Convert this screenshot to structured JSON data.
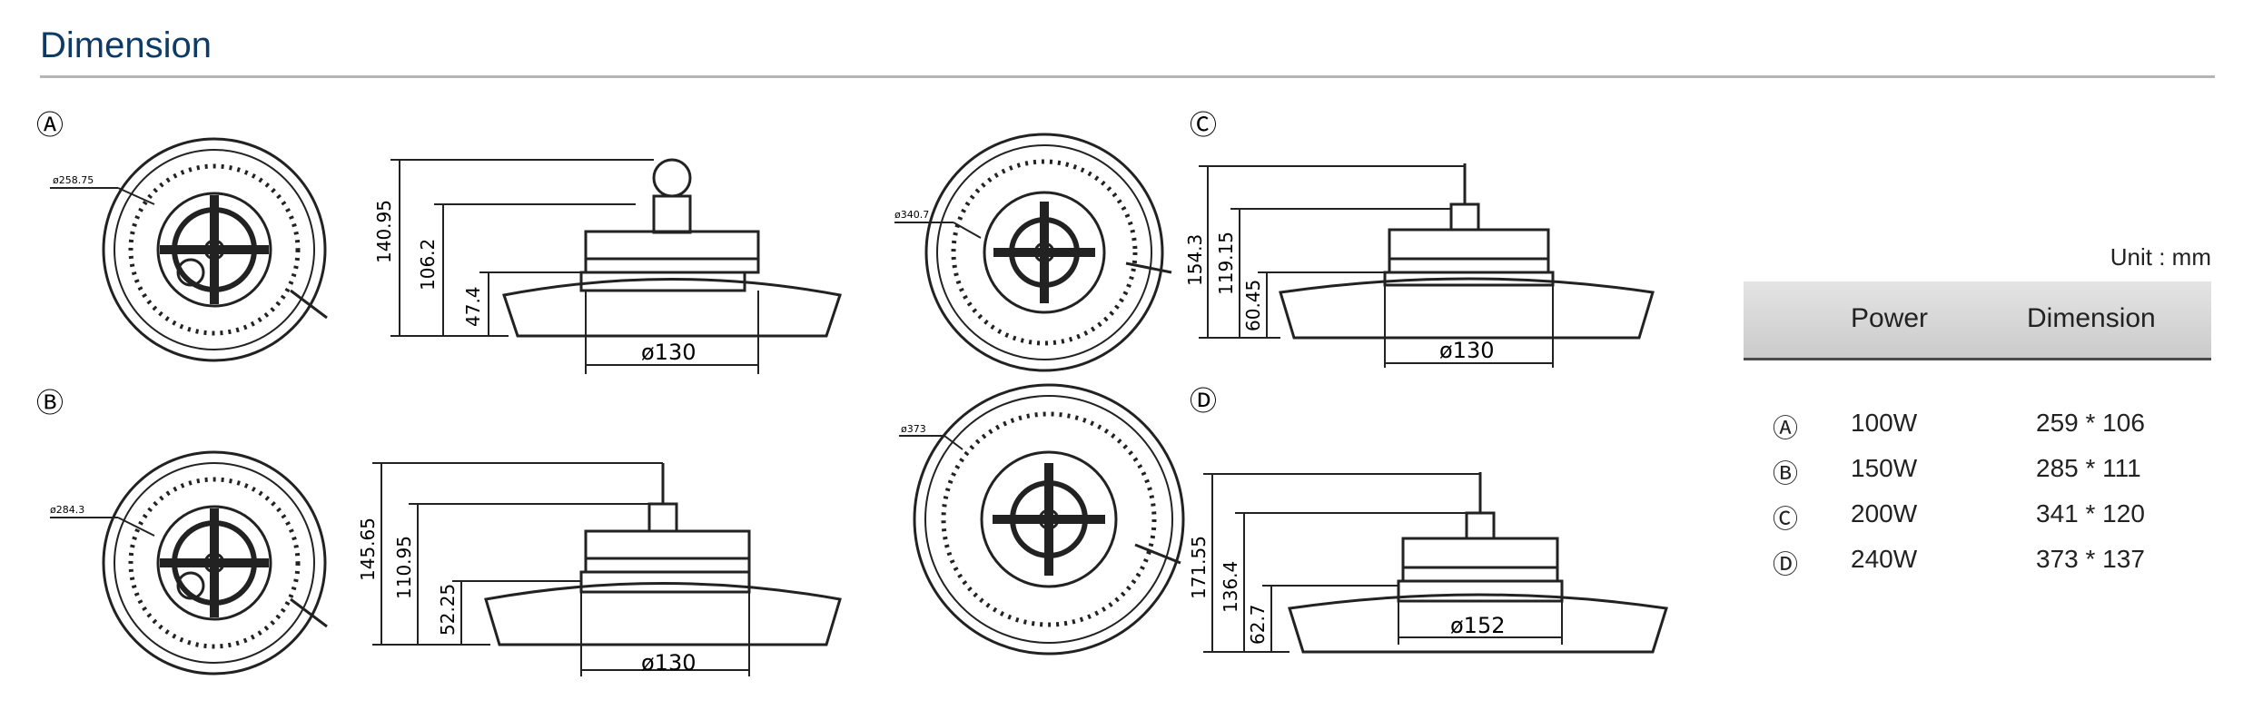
{
  "section_title": "Dimension",
  "figures": [
    {
      "label": "Ⓐ",
      "diameter": "ø258.75",
      "height_total": "140.95",
      "height_mid": "106.2",
      "height_low": "47.4",
      "base_width": "ø130"
    },
    {
      "label": "Ⓑ",
      "diameter": "ø284.3",
      "height_total": "145.65",
      "height_mid": "110.95",
      "height_low": "52.25",
      "base_width": "ø130"
    },
    {
      "label": "Ⓒ",
      "diameter": "ø340.7",
      "height_total": "154.3",
      "height_mid": "119.15",
      "height_low": "60.45",
      "base_width": "ø130"
    },
    {
      "label": "Ⓓ",
      "diameter": "ø373",
      "height_total": "171.55",
      "height_mid": "136.4",
      "height_low": "62.7",
      "base_width": "ø152"
    }
  ],
  "spec_table": {
    "unit": "Unit : mm",
    "headers": [
      "Power",
      "Dimension"
    ],
    "rows": [
      {
        "label": "Ⓐ",
        "power": "100W",
        "dimension": "259 * 106"
      },
      {
        "label": "Ⓑ",
        "power": "150W",
        "dimension": "285 * 111"
      },
      {
        "label": "Ⓒ",
        "power": "200W",
        "dimension": "341 * 120"
      },
      {
        "label": "Ⓓ",
        "power": "240W",
        "dimension": "373 * 137"
      }
    ]
  }
}
